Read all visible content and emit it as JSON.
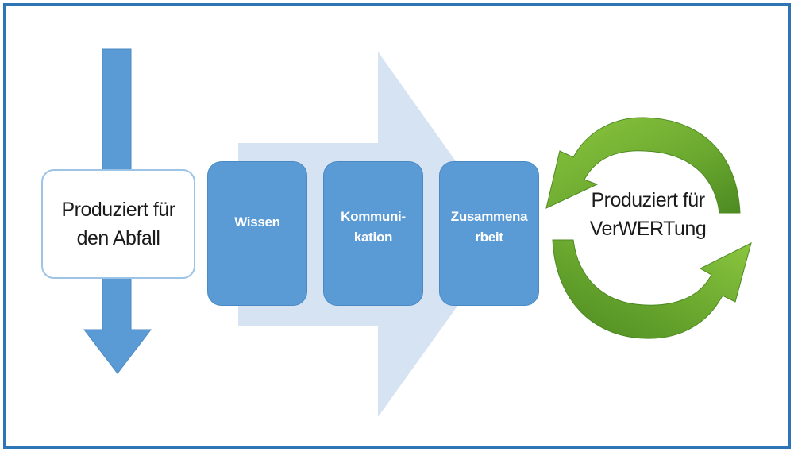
{
  "diagram": {
    "left_box_text": "Produziert für\nden Abfall",
    "steps": [
      {
        "label": "Wissen"
      },
      {
        "label": "Kommuni-\nkation"
      },
      {
        "label": "Zusammena\nrbeit"
      }
    ],
    "right_text": "Produziert für\nVerWERTung"
  },
  "colors": {
    "frame": "#2e75b6",
    "down_arrow": "#5b9bd5",
    "big_arrow": "#d6e3f3",
    "step_box": "#5b9bd5",
    "cycle_arrow": "#72b236"
  },
  "icons": {
    "down_arrow": "arrow-down-icon",
    "process_arrow": "arrow-right-icon",
    "cycle": "recycle-cycle-icon"
  }
}
